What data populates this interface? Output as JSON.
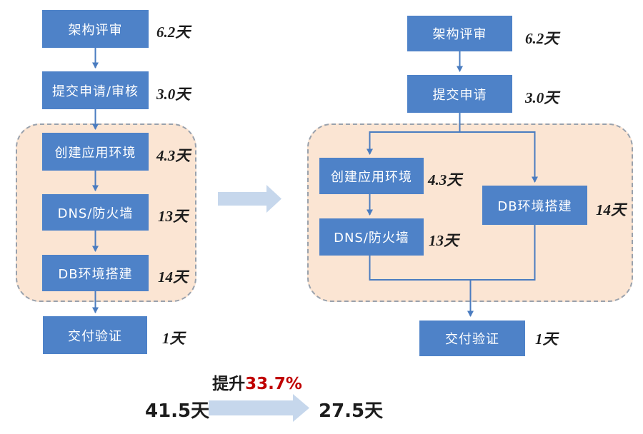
{
  "colors": {
    "node_blue": "#4e82c8",
    "node_text": "#ffffff",
    "connector_blue": "#4a7cc0",
    "panel_fill": "#fbe5d3",
    "panel_border": "#99a1ac",
    "block_arrow": "#c6d7ec",
    "text_dark": "#1c1c1c",
    "highlight_red": "#c00000"
  },
  "left_chart": {
    "nodes": [
      {
        "label": "架构评审",
        "duration": "6.2天"
      },
      {
        "label": "提交申请/审核",
        "duration": "3.0天"
      },
      {
        "label": "创建应用环境",
        "duration": "4.3天"
      },
      {
        "label": "DNS/防火墙",
        "duration": "13天"
      },
      {
        "label": "DB环境搭建",
        "duration": "14天"
      },
      {
        "label": "交付验证",
        "duration": "1天"
      }
    ]
  },
  "right_chart": {
    "nodes": [
      {
        "label": "架构评审",
        "duration": "6.2天"
      },
      {
        "label": "提交申请",
        "duration": "3.0天"
      },
      {
        "label": "创建应用环境",
        "duration": "4.3天"
      },
      {
        "label": "DNS/防火墙",
        "duration": "13天"
      },
      {
        "label": "DB环境搭建",
        "duration": "14天"
      },
      {
        "label": "交付验证",
        "duration": "1天"
      }
    ]
  },
  "summary": {
    "improvement_prefix": "提升",
    "improvement_value": "33.7%",
    "before_total": "41.5天",
    "after_total": "27.5天"
  }
}
